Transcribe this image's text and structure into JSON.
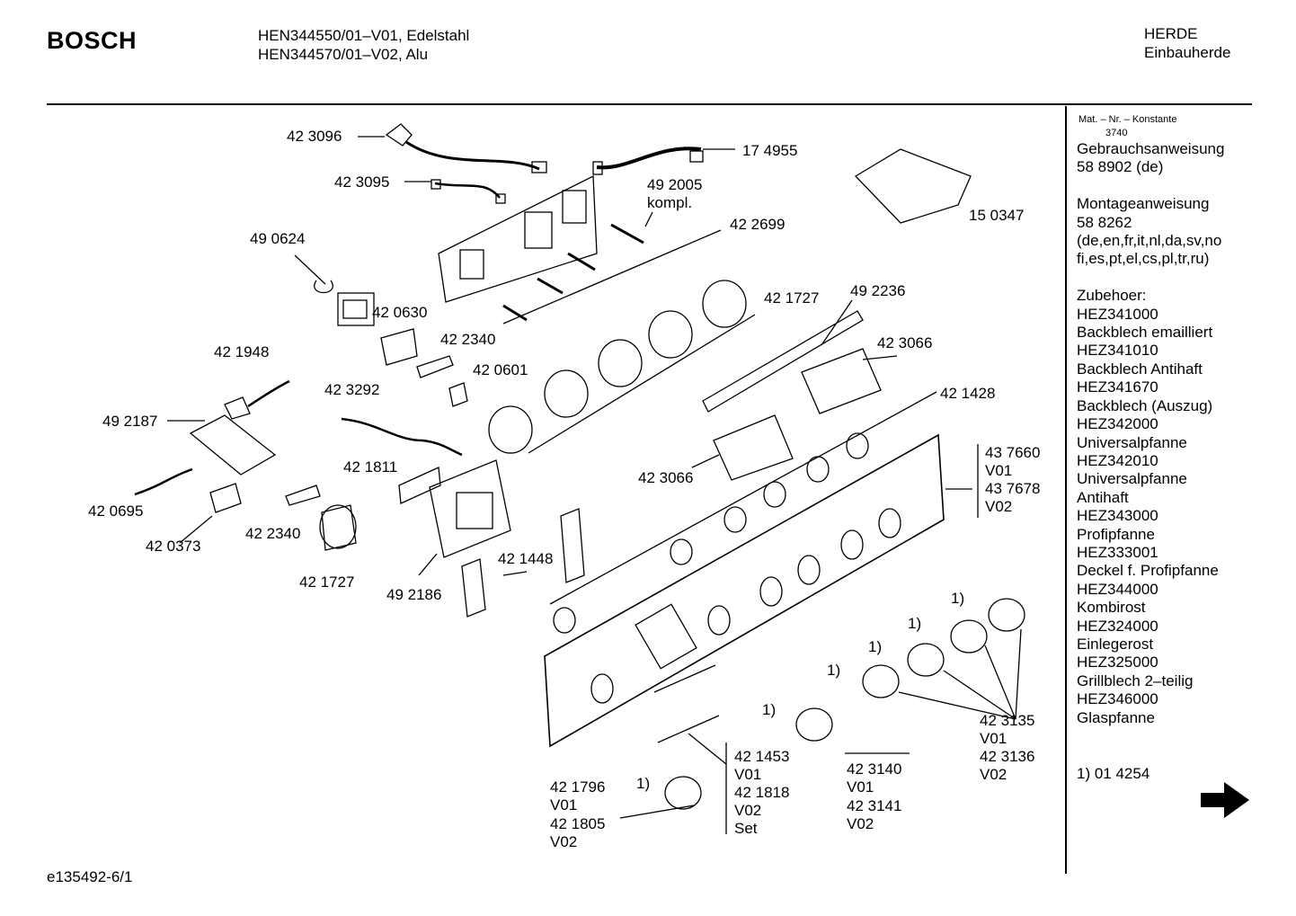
{
  "header": {
    "brand": "BOSCH",
    "models": [
      "HEN344550/01–V01, Edelstahl",
      "HEN344570/01–V02, Alu"
    ],
    "category": "HERDE",
    "subcategory": "Einbauherde"
  },
  "footer": {
    "drawing_id": "e135492-6/1"
  },
  "sidebar": {
    "material_header": "Mat. – Nr. – Konstante",
    "material_code": "3740",
    "lines": [
      "Gebrauchsanweisung",
      "58 8902 (de)",
      "",
      "Montageanweisung",
      "58 8262",
      "(de,en,fr,it,nl,da,sv,no",
      "fi,es,pt,el,cs,pl,tr,ru)",
      "",
      "Zubehoer:",
      "HEZ341000",
      "Backblech emailliert",
      "HEZ341010",
      "Backblech Antihaft",
      "HEZ341670",
      "Backblech (Auszug)",
      "HEZ342000",
      "Universalpfanne",
      "HEZ342010",
      "Universalpfanne",
      "Antihaft",
      "HEZ343000",
      "Profipfanne",
      "HEZ333001",
      "Deckel f. Profipfanne",
      "HEZ344000",
      "Kombirost",
      "HEZ324000",
      "Einlegerost",
      "HEZ325000",
      "Grillblech 2–teilig",
      "HEZ346000",
      "Glaspfanne"
    ],
    "footnote": "1) 01 4254",
    "arrow_icon": "right-arrow-icon"
  },
  "parts": {
    "p423096": "42 3096",
    "p423095": "42 3095",
    "p174955": "17 4955",
    "p492005": "49 2005",
    "p492005b": "kompl.",
    "p490624": "49 0624",
    "p422699": "42 2699",
    "p150347": "15 0347",
    "p421727a": "42 1727",
    "p492236": "49 2236",
    "p420630": "42 0630",
    "p422340a": "42 2340",
    "p421948": "42 1948",
    "p420601": "42 0601",
    "p423066a": "42 3066",
    "p423292": "42 3292",
    "p421428": "42 1428",
    "p492187": "49 2187",
    "p421811": "42 1811",
    "p437660": "43 7660",
    "p437660v": "V01",
    "p437678": "43 7678",
    "p437678v": "V02",
    "p423066b": "42 3066",
    "p420695": "42 0695",
    "p422340b": "42 2340",
    "p420373": "42 0373",
    "p421448": "42 1448",
    "p421727b": "42 1727",
    "p492186": "49 2186",
    "fn1a": "1)",
    "fn1b": "1)",
    "fn1c": "1)",
    "fn1d": "1)",
    "fn1e": "1)",
    "fn1f": "1)",
    "p423135": "42 3135",
    "p423135v": "V01",
    "p423136": "42 3136",
    "p423136v": "V02",
    "p421453": "42 1453",
    "p421453v": "V01",
    "p421818": "42 1818",
    "p421818v": "V02",
    "p421818s": "Set",
    "p423140": "42 3140",
    "p423140v": "V01",
    "p423141": "42 3141",
    "p423141v": "V02",
    "p421796": "42 1796",
    "p421796v": "V01",
    "p421805": "42 1805",
    "p421805v": "V02"
  }
}
